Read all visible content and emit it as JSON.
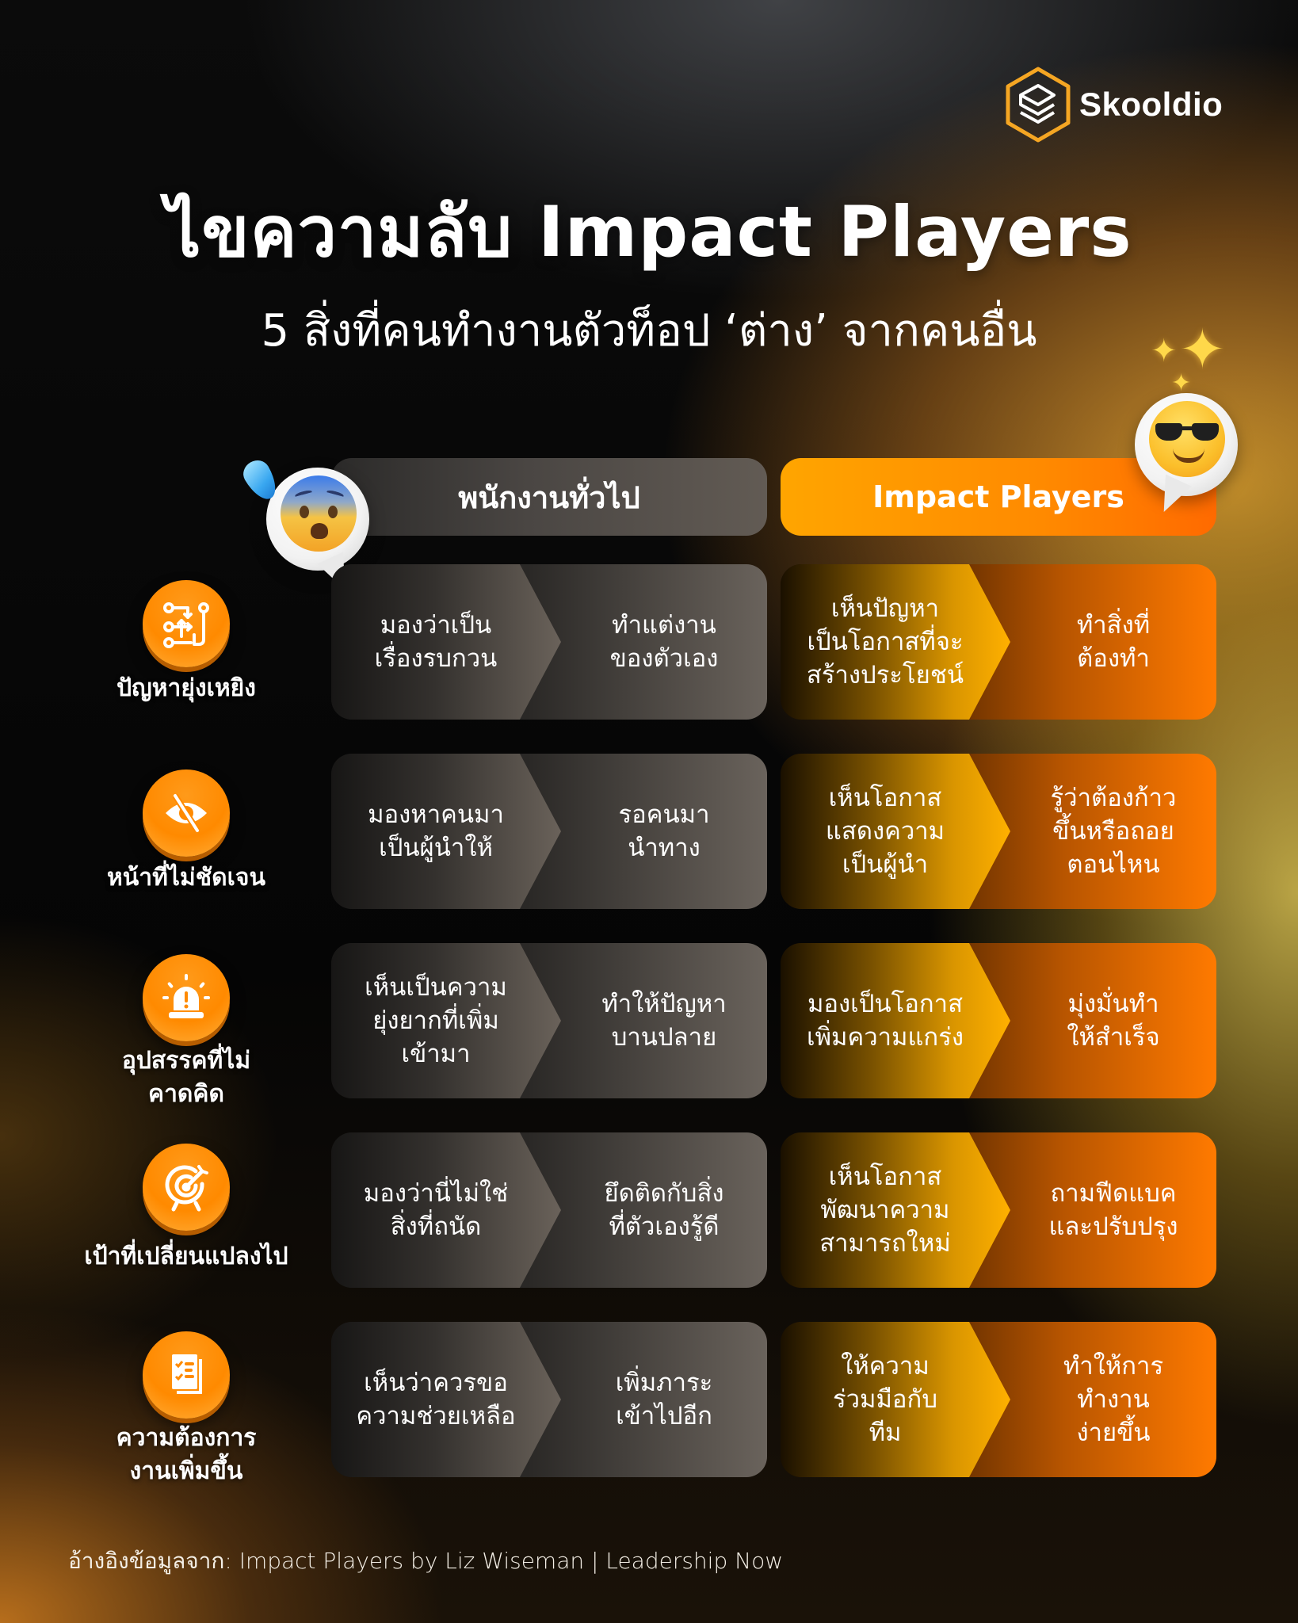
{
  "brand": {
    "name": "Skooldio",
    "accent": "#f5a623"
  },
  "header": {
    "title": "ไขความลับ Impact Players",
    "subtitle": "5 สิ่งที่คนทำงานตัวท็อป ‘ต่าง’ จากคนอื่น"
  },
  "columns": {
    "normal": {
      "label": "พนักงานทั่วไป",
      "emoji": "anxious-face-with-sweat",
      "color": "#5a5550"
    },
    "impact": {
      "label": "Impact Players",
      "emoji": "smiling-face-with-sunglasses",
      "color": "#ff8a00"
    }
  },
  "rows": [
    {
      "category": "ปัญหายุ่งเหยิง",
      "icon": "workflow-arrows-icon",
      "normal": {
        "view": "มองว่าเป็น\nเรื่องรบกวน",
        "action": "ทำแต่งาน\nของตัวเอง"
      },
      "impact": {
        "view": "เห็นปัญหา\nเป็นโอกาสที่จะ\nสร้างประโยชน์",
        "action": "ทำสิ่งที่\nต้องทำ"
      }
    },
    {
      "category": "หน้าที่ไม่ชัดเจน",
      "icon": "eye-off-icon",
      "normal": {
        "view": "มองหาคนมา\nเป็นผู้นำให้",
        "action": "รอคนมา\nนำทาง"
      },
      "impact": {
        "view": "เห็นโอกาส\nแสดงความ\nเป็นผู้นำ",
        "action": "รู้ว่าต้องก้าว\nขึ้นหรือถอย\nตอนไหน"
      }
    },
    {
      "category": "อุปสรรคที่ไม่\nคาดคิด",
      "icon": "alarm-siren-icon",
      "normal": {
        "view": "เห็นเป็นความ\nยุ่งยากที่เพิ่ม\nเข้ามา",
        "action": "ทำให้ปัญหา\nบานปลาย"
      },
      "impact": {
        "view": "มองเป็นโอกาส\nเพิ่มความแกร่ง",
        "action": "มุ่งมั่นทำ\nให้สำเร็จ"
      }
    },
    {
      "category": "เป้าที่เปลี่ยนแปลงไป",
      "icon": "target-arrow-icon",
      "normal": {
        "view": "มองว่านี่ไม่ใช่\nสิ่งที่ถนัด",
        "action": "ยึดติดกับสิ่ง\nที่ตัวเองรู้ดี"
      },
      "impact": {
        "view": "เห็นโอกาส\nพัฒนาความ\nสามารถใหม่",
        "action": "ถามฟีดแบค\nและปรับปรุง"
      }
    },
    {
      "category": "ความต้องการ\nงานเพิ่มขึ้น",
      "icon": "checklist-icon",
      "normal": {
        "view": "เห็นว่าควรขอ\nความช่วยเหลือ",
        "action": "เพิ่มภาระ\nเข้าไปอีก"
      },
      "impact": {
        "view": "ให้ความ\nร่วมมือกับ\nทีม",
        "action": "ทำให้การ\nทำงาน\nง่ายขึ้น"
      }
    }
  ],
  "footer": {
    "source": "อ้างอิงข้อมูลจาก: Impact Players by Liz Wiseman | Leadership Now"
  }
}
